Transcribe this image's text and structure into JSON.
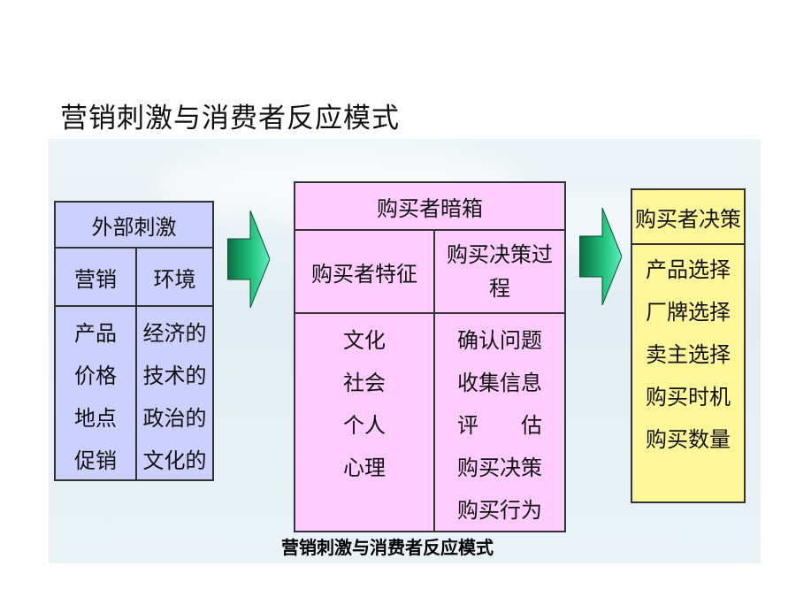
{
  "slide_title": "营销刺激与消费者反应模式",
  "stimuli": {
    "header": "外部刺激",
    "col1_header": "营销",
    "col2_header": "环境",
    "col1_items": [
      "产品",
      "价格",
      "地点",
      "促销"
    ],
    "col2_items": [
      "经济的",
      "技术的",
      "政治的",
      "文化的"
    ]
  },
  "black_box": {
    "header": "购买者暗箱",
    "col1_header": "购买者特征",
    "col2_header_line1": "购买决策过",
    "col2_header_line2": "程",
    "col1_items": [
      "文化",
      "社会",
      "个人",
      "心理"
    ],
    "col2_items": [
      "确认问题",
      "收集信息",
      "评　　估",
      "购买决策",
      "购买行为"
    ]
  },
  "decisions": {
    "header": "购买者决策",
    "items": [
      "产品选择",
      "厂牌选择",
      "卖主选择",
      "购买时机",
      "购买数量"
    ]
  },
  "caption": "营销刺激与消费者反应模式",
  "colors": {
    "stimuli_box": "#ccd0ff",
    "black_box": "#ffccff",
    "decision_box": "#fff799",
    "arrow_light": "#33e6a0",
    "arrow_dark": "#0b6b3f"
  }
}
